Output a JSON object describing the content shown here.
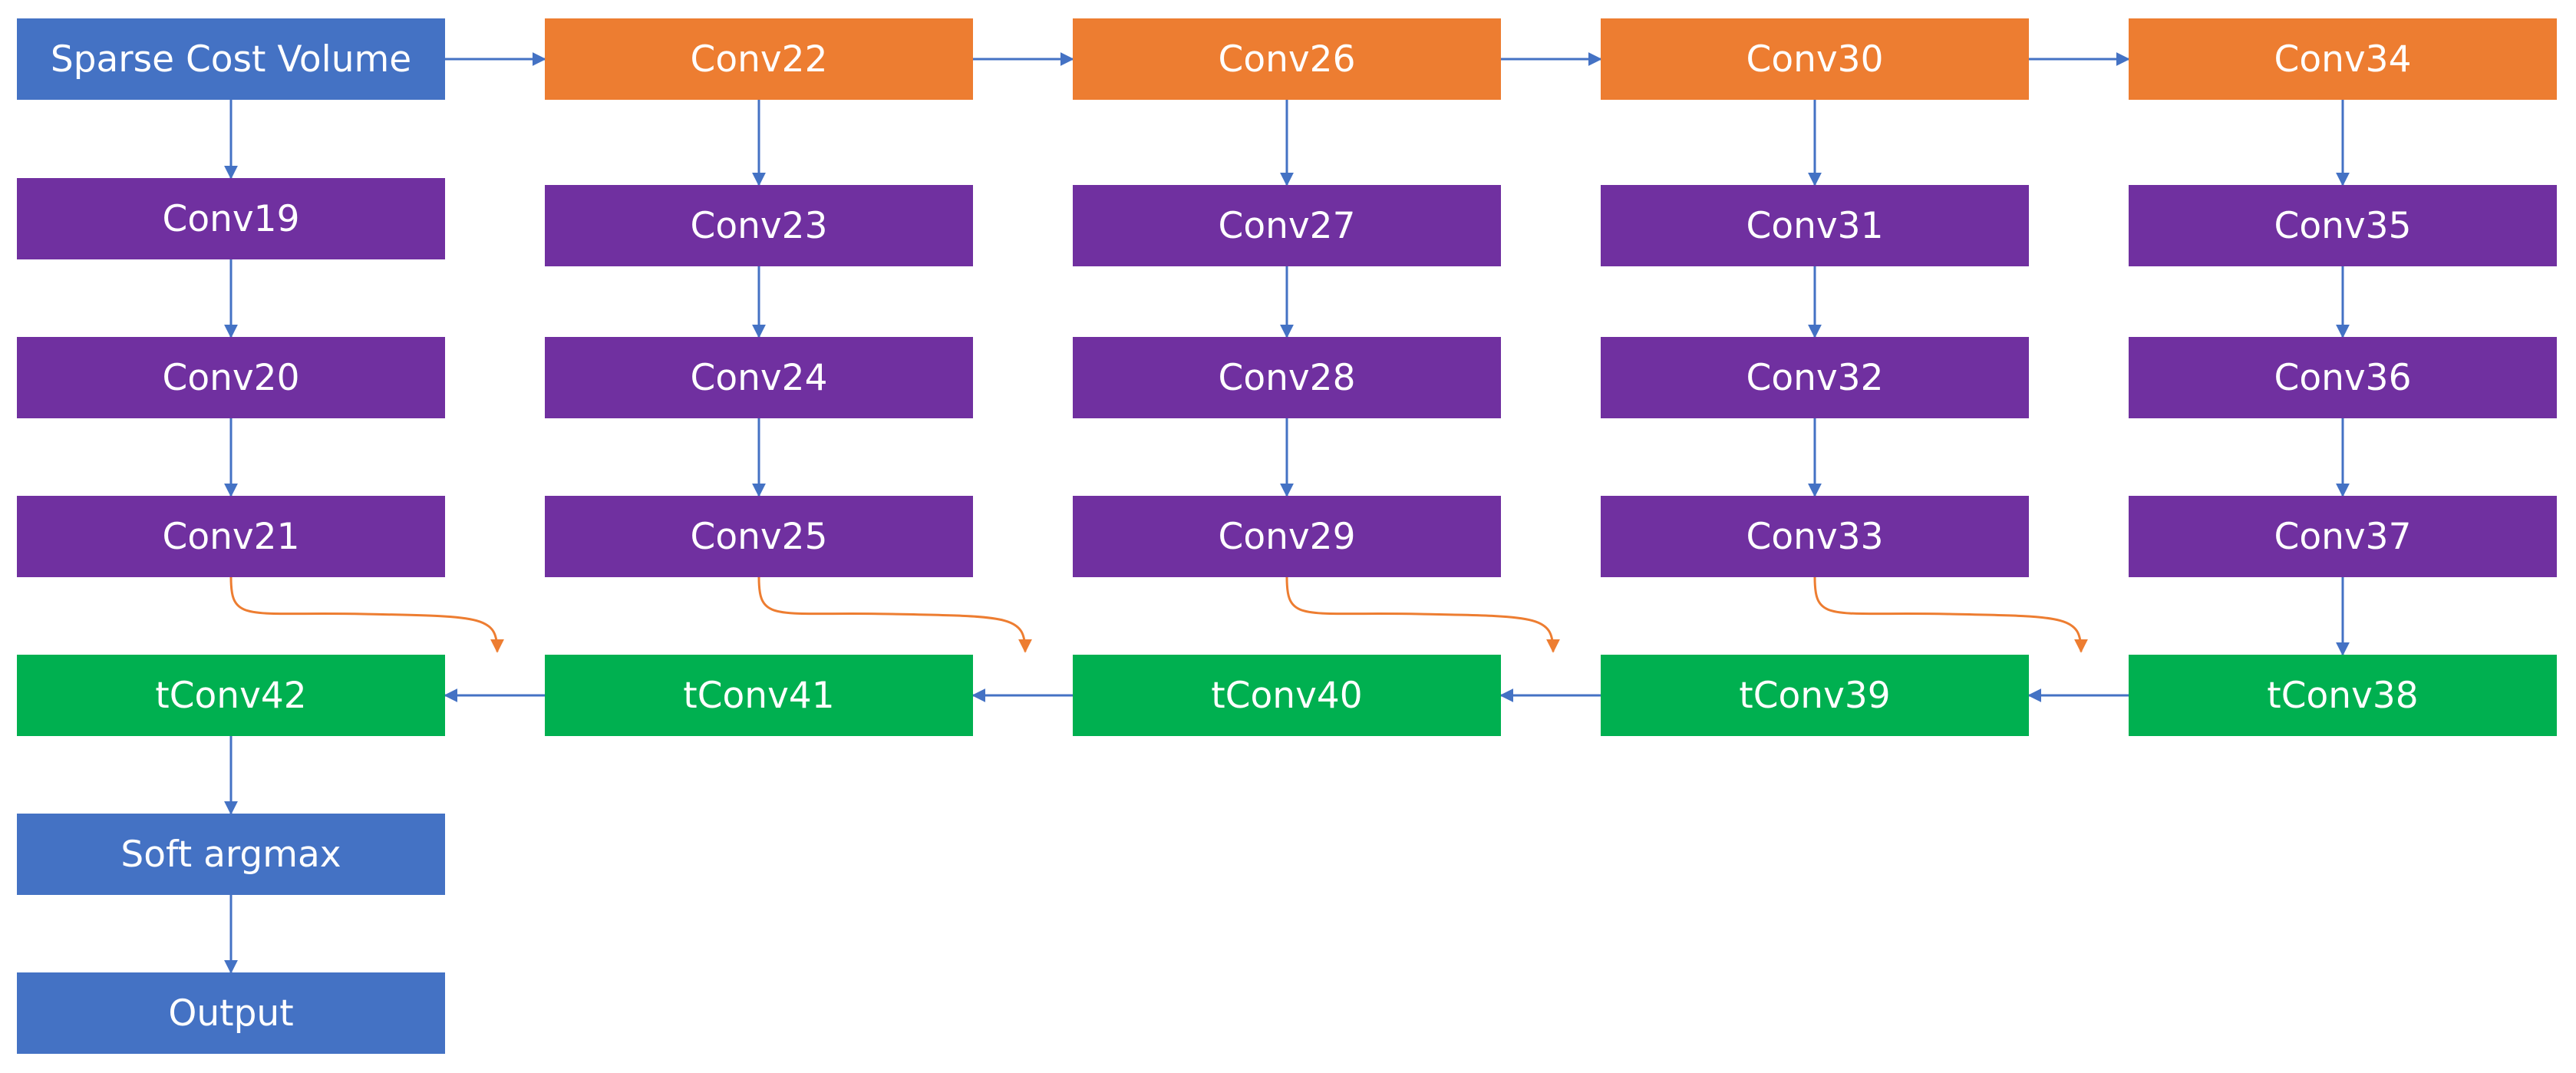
{
  "colors": {
    "blue": "#4472C4",
    "orange": "#ED7D31",
    "purple": "#7030A0",
    "green": "#00B050",
    "arrow_blue": "#4472C4",
    "arrow_orange": "#ED7D31"
  },
  "nodes": {
    "input": {
      "label": "Sparse Cost Volume",
      "color": "blue"
    },
    "conv19": {
      "label": "Conv19",
      "color": "purple"
    },
    "conv20": {
      "label": "Conv20",
      "color": "purple"
    },
    "conv21": {
      "label": "Conv21",
      "color": "purple"
    },
    "tconv42": {
      "label": "tConv42",
      "color": "green"
    },
    "softargmax": {
      "label": "Soft argmax",
      "color": "blue"
    },
    "output": {
      "label": "Output",
      "color": "blue"
    },
    "conv22": {
      "label": "Conv22",
      "color": "orange"
    },
    "conv23": {
      "label": "Conv23",
      "color": "purple"
    },
    "conv24": {
      "label": "Conv24",
      "color": "purple"
    },
    "conv25": {
      "label": "Conv25",
      "color": "purple"
    },
    "tconv41": {
      "label": "tConv41",
      "color": "green"
    },
    "conv26": {
      "label": "Conv26",
      "color": "orange"
    },
    "conv27": {
      "label": "Conv27",
      "color": "purple"
    },
    "conv28": {
      "label": "Conv28",
      "color": "purple"
    },
    "conv29": {
      "label": "Conv29",
      "color": "purple"
    },
    "tconv40": {
      "label": "tConv40",
      "color": "green"
    },
    "conv30": {
      "label": "Conv30",
      "color": "orange"
    },
    "conv31": {
      "label": "Conv31",
      "color": "purple"
    },
    "conv32": {
      "label": "Conv32",
      "color": "purple"
    },
    "conv33": {
      "label": "Conv33",
      "color": "purple"
    },
    "tconv39": {
      "label": "tConv39",
      "color": "green"
    },
    "conv34": {
      "label": "Conv34",
      "color": "orange"
    },
    "conv35": {
      "label": "Conv35",
      "color": "purple"
    },
    "conv36": {
      "label": "Conv36",
      "color": "purple"
    },
    "conv37": {
      "label": "Conv37",
      "color": "purple"
    },
    "tconv38": {
      "label": "tConv38",
      "color": "green"
    }
  },
  "edges": [
    {
      "from": "input",
      "to": "conv19",
      "style": "blue"
    },
    {
      "from": "conv19",
      "to": "conv20",
      "style": "blue"
    },
    {
      "from": "conv20",
      "to": "conv21",
      "style": "blue"
    },
    {
      "from": "tconv42",
      "to": "softargmax",
      "style": "blue"
    },
    {
      "from": "softargmax",
      "to": "output",
      "style": "blue"
    },
    {
      "from": "input",
      "to": "conv22",
      "style": "blue"
    },
    {
      "from": "conv22",
      "to": "conv26",
      "style": "blue"
    },
    {
      "from": "conv26",
      "to": "conv30",
      "style": "blue"
    },
    {
      "from": "conv30",
      "to": "conv34",
      "style": "blue"
    },
    {
      "from": "conv22",
      "to": "conv23",
      "style": "blue"
    },
    {
      "from": "conv23",
      "to": "conv24",
      "style": "blue"
    },
    {
      "from": "conv24",
      "to": "conv25",
      "style": "blue"
    },
    {
      "from": "conv26",
      "to": "conv27",
      "style": "blue"
    },
    {
      "from": "conv27",
      "to": "conv28",
      "style": "blue"
    },
    {
      "from": "conv28",
      "to": "conv29",
      "style": "blue"
    },
    {
      "from": "conv30",
      "to": "conv31",
      "style": "blue"
    },
    {
      "from": "conv31",
      "to": "conv32",
      "style": "blue"
    },
    {
      "from": "conv32",
      "to": "conv33",
      "style": "blue"
    },
    {
      "from": "conv34",
      "to": "conv35",
      "style": "blue"
    },
    {
      "from": "conv35",
      "to": "conv36",
      "style": "blue"
    },
    {
      "from": "conv36",
      "to": "conv37",
      "style": "blue"
    },
    {
      "from": "conv37",
      "to": "tconv38",
      "style": "blue"
    },
    {
      "from": "tconv38",
      "to": "tconv39",
      "style": "blue"
    },
    {
      "from": "tconv39",
      "to": "tconv40",
      "style": "blue"
    },
    {
      "from": "tconv40",
      "to": "tconv41",
      "style": "blue"
    },
    {
      "from": "tconv41",
      "to": "tconv42",
      "style": "blue"
    },
    {
      "from": "conv21",
      "to": "tconv42",
      "style": "orange-skip"
    },
    {
      "from": "conv25",
      "to": "tconv41",
      "style": "orange-skip"
    },
    {
      "from": "conv29",
      "to": "tconv40",
      "style": "orange-skip"
    },
    {
      "from": "conv33",
      "to": "tconv39",
      "style": "orange-skip"
    }
  ]
}
